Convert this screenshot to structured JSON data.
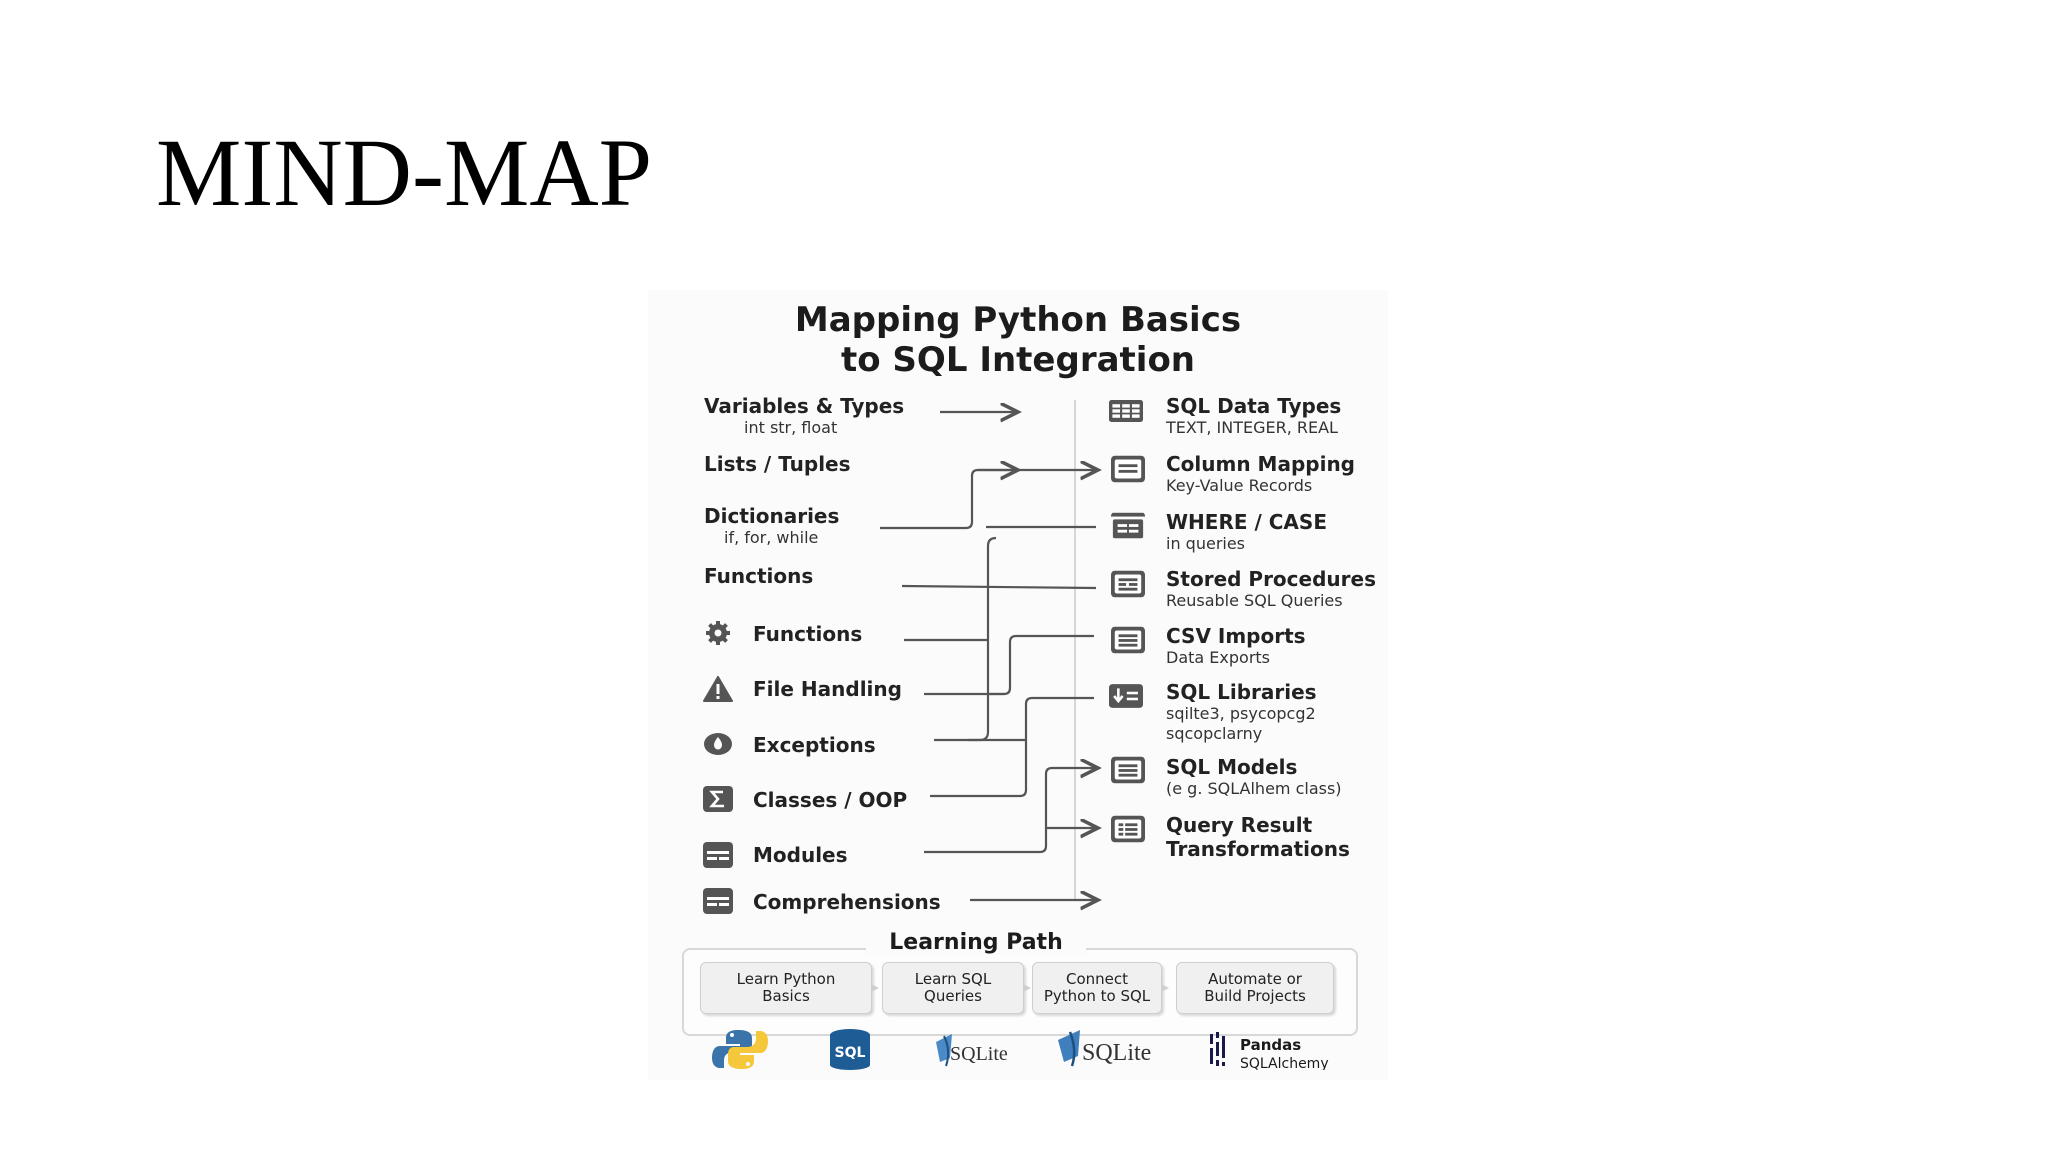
{
  "slide": {
    "title": "MIND-MAP"
  },
  "infographic": {
    "title_line1": "Mapping Python Basics",
    "title_line2": "to SQL Integration",
    "left_items": [
      {
        "label": "Variables & Types",
        "sub": "int  str, float",
        "icon": ""
      },
      {
        "label": "Lists / Tuples",
        "sub": "",
        "icon": ""
      },
      {
        "label": "Dictionaries",
        "sub": "if, for, while",
        "icon": ""
      },
      {
        "label": "Functions",
        "sub": "",
        "icon": ""
      },
      {
        "label": "Functions",
        "sub": "",
        "icon": "gear-icon"
      },
      {
        "label": "File Handling",
        "sub": "",
        "icon": "warning-icon"
      },
      {
        "label": "Exceptions",
        "sub": "",
        "icon": "drop-icon"
      },
      {
        "label": "Classes / OOP",
        "sub": "",
        "icon": "sigma-icon"
      },
      {
        "label": "Modules",
        "sub": "",
        "icon": "module-icon"
      },
      {
        "label": "Comprehensions",
        "sub": "",
        "icon": "module-icon"
      }
    ],
    "right_items": [
      {
        "label": "SQL Data Types",
        "sub": "TEXT, INTEGER, REAL",
        "icon": "table-icon"
      },
      {
        "label": "Column Mapping",
        "sub": "Key-Value Records",
        "icon": "list-icon"
      },
      {
        "label": "WHERE / CASE",
        "sub": "in queries",
        "icon": "filter-icon"
      },
      {
        "label": "Stored Procedures",
        "sub": "Reusable SQL Queries",
        "icon": "procedure-icon"
      },
      {
        "label": "CSV Imports",
        "sub": "Data Exports",
        "icon": "list-icon"
      },
      {
        "label": "SQL Libraries",
        "sub": "sqilte3, psycopcg2",
        "sub2": "sqcopclarny",
        "icon": "download-icon"
      },
      {
        "label": "SQL Models",
        "sub": "(e g. SQLAlhem class)",
        "icon": "list-icon"
      },
      {
        "label": "Query Result",
        "sub": "Transformations",
        "icon": "result-icon"
      }
    ],
    "learning_path": {
      "title": "Learning Path",
      "steps": [
        "Learn Python\nBasics",
        "Learn SQL\nQueries",
        "Connect\nPython to SQL",
        "Automate or\nBuild Projects"
      ]
    },
    "logos": [
      {
        "name": "python-logo",
        "text": ""
      },
      {
        "name": "sql-logo",
        "text": "SQL"
      },
      {
        "name": "sqlite-logo",
        "text": "SQLite"
      },
      {
        "name": "sqlite-logo-2",
        "text": "SQLite"
      },
      {
        "name": "pandas-logo",
        "text": "Pandas",
        "text2": "SQLAlchemy"
      }
    ],
    "colors": {
      "icon": "#5a5a5a",
      "line": "#555555",
      "text": "#1f1f1f"
    }
  }
}
